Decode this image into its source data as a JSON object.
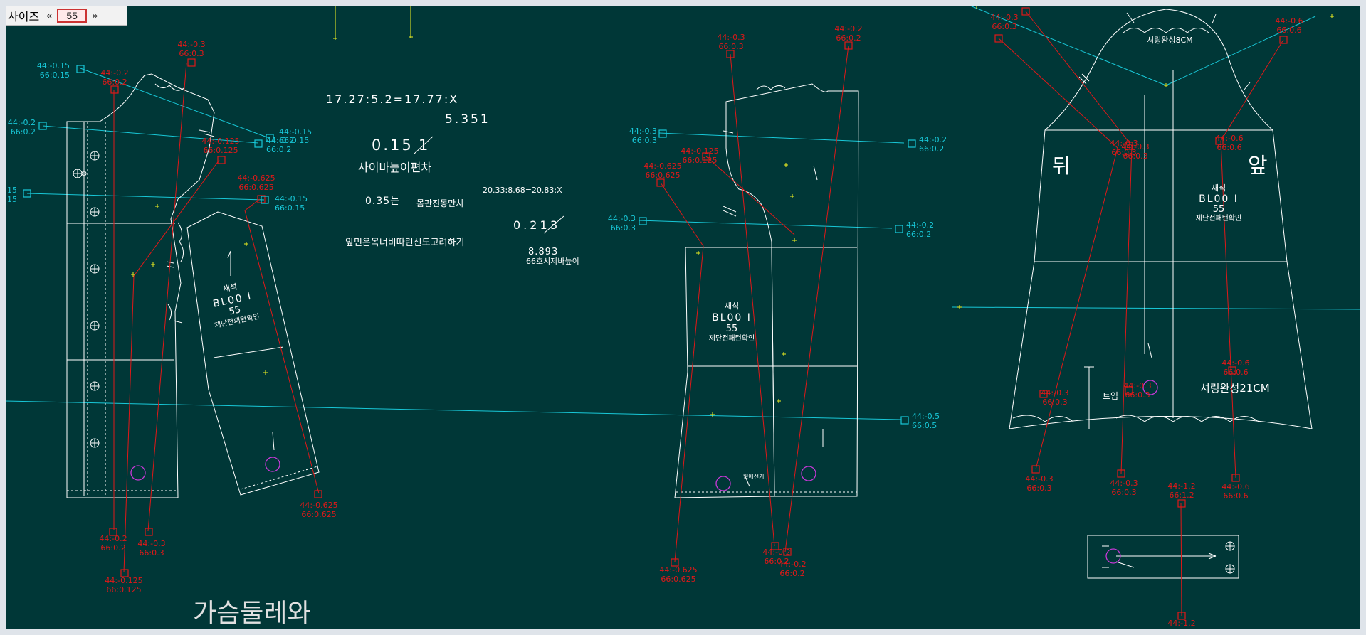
{
  "toolbar": {
    "size_label": "사이즈",
    "prev_icon": "double-chevron-left-icon",
    "next_icon": "double-chevron-right-icon",
    "size_value": "55"
  },
  "colors": {
    "background": "#003737",
    "outline": "#ffffff",
    "red": "#e01818",
    "cyan": "#18c8d8",
    "yellow": "#f0f020",
    "magenta": "#c838d8"
  },
  "notes": {
    "formula1": "17.27:5.2=17.77:X",
    "value1": "5.351",
    "value2": "0.15",
    "value2_crossed": "1",
    "sleeve_diff": "사이바늪이편차",
    "value3": "0.35는",
    "body_width": "몸판진동만치",
    "front_note": "앞민은목너비따린선도고려하기",
    "formula2": "20.33:8.68=20.83:X",
    "value4": "0.21",
    "value4_crossed": "3",
    "value5": "8.893",
    "size66_note": "66호시제바늪이",
    "chest": "가슴둘레와",
    "back": "뒤",
    "front": "앞",
    "shirring_top": "셔링완성8CM",
    "shirring_bottom": "셔링완성21CM",
    "slit": "트임",
    "hem_note": "밑에선기"
  },
  "stamps": [
    {
      "l1": "새석",
      "l2": "BL00 I",
      "l3": "55",
      "l4": "제단전패턴확인"
    },
    {
      "l1": "새석",
      "l2": "BL00 I",
      "l3": "55",
      "l4": "제단전패턴확인"
    },
    {
      "l1": "새석",
      "l2": "BL00 I",
      "l3": "55",
      "l4": "제단전패턴확인"
    }
  ],
  "grade_labels": {
    "red": [
      {
        "a": "44:-0.3",
        "b": "66:0.3"
      },
      {
        "a": "44:-0.2",
        "b": "66:0.2"
      },
      {
        "a": "44:-0.125",
        "b": "66:0.125"
      },
      {
        "a": "44:-0.625",
        "b": "66:0.625"
      },
      {
        "a": "44:-0.625",
        "b": "66:0.625"
      },
      {
        "a": "44:-0.2",
        "b": "66:0.2"
      },
      {
        "a": "44:-0.3",
        "b": "66:0.3"
      },
      {
        "a": "44:-0.125",
        "b": "66:0.125"
      },
      {
        "a": "44:-0.3",
        "b": "66:0.3"
      },
      {
        "a": "44:-0.2",
        "b": "66:0.2"
      },
      {
        "a": "44:-0.125",
        "b": "66:0.125"
      },
      {
        "a": "44:-0.625",
        "b": "66:0.625"
      },
      {
        "a": "44:-0.625",
        "b": "66:0.625"
      },
      {
        "a": "44:-0.2",
        "b": "66:0.2"
      },
      {
        "a": "44:-0.2",
        "b": "66:0.2"
      },
      {
        "a": "44:-0.3",
        "b": "66:0.3"
      },
      {
        "a": "44:-0.6",
        "b": "66:0.6"
      },
      {
        "a": "44:-0.3",
        "b": "66:0.3"
      },
      {
        "a": "44:-0.6",
        "b": "66:0.6"
      },
      {
        "a": "44:-0.3",
        "b": "66:0.3"
      },
      {
        "a": "44:-0.6",
        "b": "66:0.6"
      },
      {
        "a": "44:-0.3",
        "b": "66:0.3"
      },
      {
        "a": "44:-0.3",
        "b": "66:0.3"
      },
      {
        "a": "44:-0.3",
        "b": "66:0.3"
      },
      {
        "a": "44:-0.3",
        "b": "66:0.3"
      },
      {
        "a": "44:-1.2",
        "b": "66:1.2"
      },
      {
        "a": "44:-0.6",
        "b": "66:0.6"
      },
      {
        "a": "44:-1.2",
        "b": ""
      }
    ],
    "cyan": [
      {
        "a": "44:-0.15",
        "b": "66:0.15"
      },
      {
        "a": "44:-0.2",
        "b": "66:0.2"
      },
      {
        "a": "15",
        "b": "15"
      },
      {
        "a": "44:-0.15",
        "b": "66:0.15"
      },
      {
        "a": "44:-0.2",
        "b": "66:0.2"
      },
      {
        "a": "44:-0.15",
        "b": "66:0.15"
      },
      {
        "a": "44:-0.3",
        "b": "66:0.3"
      },
      {
        "a": "44:-0.2",
        "b": "66:0.2"
      },
      {
        "a": "44:-0.3",
        "b": "66:0.3"
      },
      {
        "a": "44:-0.2",
        "b": "66:0.2"
      },
      {
        "a": "44:-0.5",
        "b": "66:0.5"
      }
    ]
  }
}
